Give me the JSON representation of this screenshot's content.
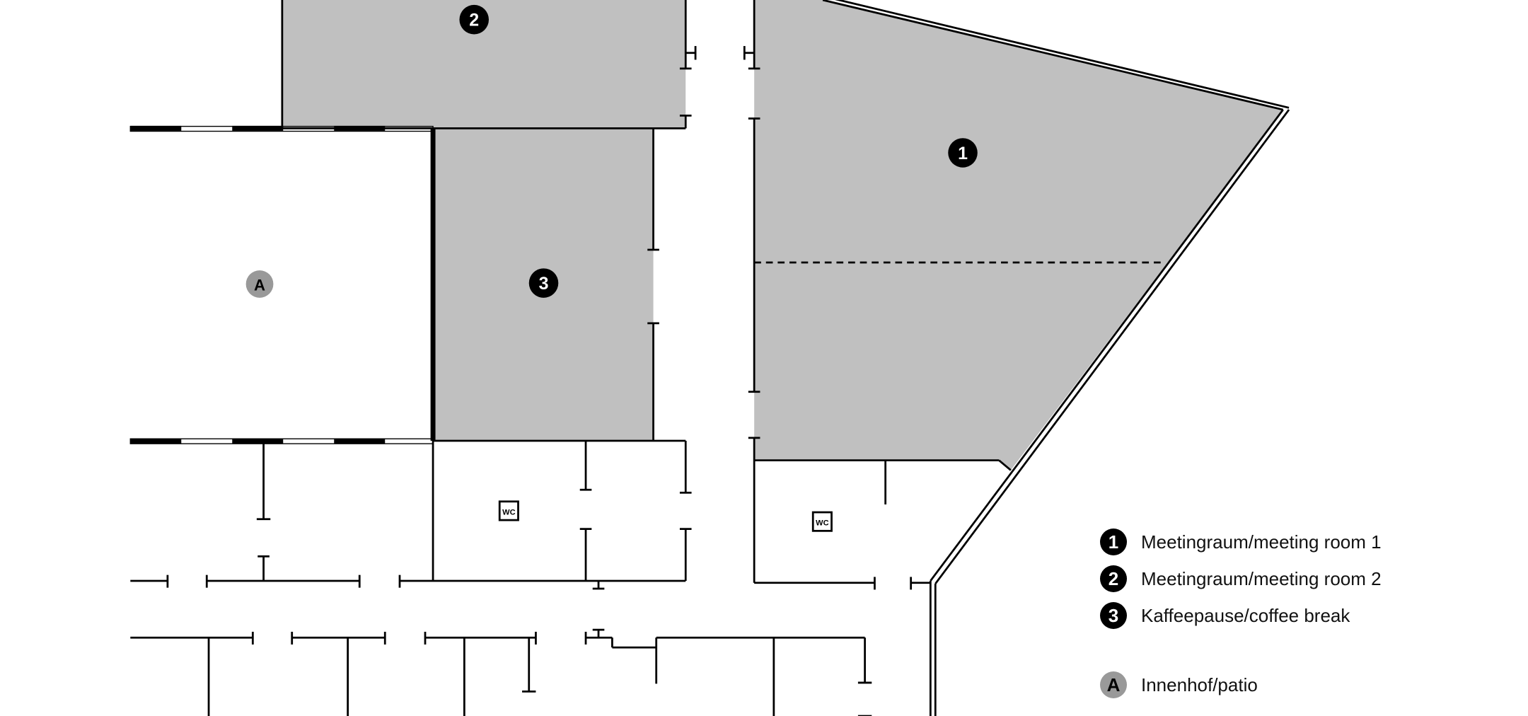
{
  "plan": {
    "markers": {
      "room1": "1",
      "room2": "2",
      "room3": "3",
      "patio": "A"
    },
    "wc_label": "WC"
  },
  "legend": [
    {
      "marker": "1",
      "label": "Meetingraum/meeting room 1"
    },
    {
      "marker": "2",
      "label": "Meetingraum/meeting room 2"
    },
    {
      "marker": "3",
      "label": "Kaffeepause/coffee break"
    },
    {
      "marker": "A",
      "label": "Innenhof/patio"
    }
  ],
  "colors": {
    "room_fill": "#c0c0c0",
    "wall": "#000000",
    "patio_marker": "#999999"
  }
}
